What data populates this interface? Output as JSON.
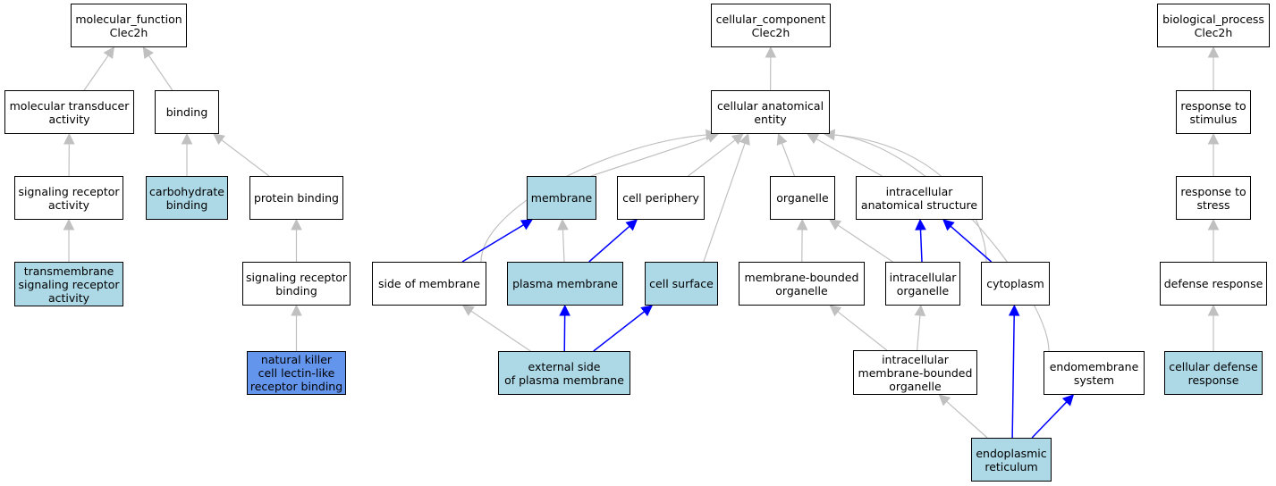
{
  "colors": {
    "plain": "#ffffff",
    "annotated": "#add8e6",
    "focus": "#6495ed",
    "edge_gray": "#c0c0c0",
    "edge_blue": "#0000ff"
  },
  "nodes": {
    "mf_root": {
      "label": "molecular_function\nClec2h",
      "style": "plain"
    },
    "molecular_transducer": {
      "label": "molecular transducer\nactivity",
      "style": "plain"
    },
    "binding": {
      "label": "binding",
      "style": "plain"
    },
    "signaling_receptor_activity": {
      "label": "signaling receptor\nactivity",
      "style": "plain"
    },
    "carbohydrate_binding": {
      "label": "carbohydrate\nbinding",
      "style": "annotated"
    },
    "protein_binding": {
      "label": "protein binding",
      "style": "plain"
    },
    "transmembrane_srа": {
      "label": "transmembrane\nsignaling receptor\nactivity",
      "style": "annotated"
    },
    "signaling_receptor_binding": {
      "label": "signaling receptor\nbinding",
      "style": "plain"
    },
    "nk_lectin_binding": {
      "label": "natural killer\ncell lectin-like\nreceptor binding",
      "style": "focus"
    },
    "cc_root": {
      "label": "cellular_component\nClec2h",
      "style": "plain"
    },
    "cellular_anatomical_entity": {
      "label": "cellular anatomical\nentity",
      "style": "plain"
    },
    "membrane": {
      "label": "membrane",
      "style": "annotated"
    },
    "cell_periphery": {
      "label": "cell periphery",
      "style": "plain"
    },
    "organelle": {
      "label": "organelle",
      "style": "plain"
    },
    "intracellular_anatomical_structure": {
      "label": "intracellular\nanatomical structure",
      "style": "plain"
    },
    "side_of_membrane": {
      "label": "side of membrane",
      "style": "plain"
    },
    "plasma_membrane": {
      "label": "plasma membrane",
      "style": "annotated"
    },
    "cell_surface": {
      "label": "cell surface",
      "style": "annotated"
    },
    "membrane_bounded_organelle": {
      "label": "membrane-bounded\norganelle",
      "style": "plain"
    },
    "intracellular_organelle": {
      "label": "intracellular\norganelle",
      "style": "plain"
    },
    "cytoplasm": {
      "label": "cytoplasm",
      "style": "plain"
    },
    "external_side_pm": {
      "label": "external side\nof plasma membrane",
      "style": "annotated"
    },
    "intracellular_mbo": {
      "label": "intracellular\nmembrane-bounded\norganelle",
      "style": "plain"
    },
    "endomembrane_system": {
      "label": "endomembrane\nsystem",
      "style": "plain"
    },
    "endoplasmic_reticulum": {
      "label": "endoplasmic\nreticulum",
      "style": "annotated"
    },
    "bp_root": {
      "label": "biological_process\nClec2h",
      "style": "plain"
    },
    "response_to_stimulus": {
      "label": "response to\nstimulus",
      "style": "plain"
    },
    "response_to_stress": {
      "label": "response to\nstress",
      "style": "plain"
    },
    "defense_response": {
      "label": "defense response",
      "style": "plain"
    },
    "cellular_defense_response": {
      "label": "cellular defense\nresponse",
      "style": "annotated"
    }
  },
  "edges": [
    {
      "from": "molecular_transducer",
      "to": "mf_root",
      "color": "gray"
    },
    {
      "from": "binding",
      "to": "mf_root",
      "color": "gray"
    },
    {
      "from": "signaling_receptor_activity",
      "to": "molecular_transducer",
      "color": "gray"
    },
    {
      "from": "carbohydrate_binding",
      "to": "binding",
      "color": "gray"
    },
    {
      "from": "protein_binding",
      "to": "binding",
      "color": "gray"
    },
    {
      "from": "transmembrane_srа",
      "to": "signaling_receptor_activity",
      "color": "gray"
    },
    {
      "from": "signaling_receptor_binding",
      "to": "protein_binding",
      "color": "gray"
    },
    {
      "from": "nk_lectin_binding",
      "to": "signaling_receptor_binding",
      "color": "gray"
    },
    {
      "from": "cellular_anatomical_entity",
      "to": "cc_root",
      "color": "gray"
    },
    {
      "from": "membrane",
      "to": "cellular_anatomical_entity",
      "color": "gray"
    },
    {
      "from": "cell_periphery",
      "to": "cellular_anatomical_entity",
      "color": "gray"
    },
    {
      "from": "organelle",
      "to": "cellular_anatomical_entity",
      "color": "gray"
    },
    {
      "from": "intracellular_anatomical_structure",
      "to": "cellular_anatomical_entity",
      "color": "gray"
    },
    {
      "from": "side_of_membrane",
      "to": "cellular_anatomical_entity",
      "color": "gray",
      "curve": true
    },
    {
      "from": "cell_surface",
      "to": "cellular_anatomical_entity",
      "color": "gray"
    },
    {
      "from": "cytoplasm",
      "to": "cellular_anatomical_entity",
      "color": "gray",
      "curve": true
    },
    {
      "from": "endomembrane_system",
      "to": "cellular_anatomical_entity",
      "color": "gray",
      "curve": true
    },
    {
      "from": "side_of_membrane",
      "to": "membrane",
      "color": "blue"
    },
    {
      "from": "plasma_membrane",
      "to": "membrane",
      "color": "gray"
    },
    {
      "from": "plasma_membrane",
      "to": "cell_periphery",
      "color": "blue"
    },
    {
      "from": "membrane_bounded_organelle",
      "to": "organelle",
      "color": "gray"
    },
    {
      "from": "intracellular_organelle",
      "to": "organelle",
      "color": "gray"
    },
    {
      "from": "intracellular_organelle",
      "to": "intracellular_anatomical_structure",
      "color": "blue"
    },
    {
      "from": "cytoplasm",
      "to": "intracellular_anatomical_structure",
      "color": "blue"
    },
    {
      "from": "external_side_pm",
      "to": "side_of_membrane",
      "color": "gray"
    },
    {
      "from": "external_side_pm",
      "to": "plasma_membrane",
      "color": "blue"
    },
    {
      "from": "external_side_pm",
      "to": "cell_surface",
      "color": "blue"
    },
    {
      "from": "intracellular_mbo",
      "to": "membrane_bounded_organelle",
      "color": "gray"
    },
    {
      "from": "intracellular_mbo",
      "to": "intracellular_organelle",
      "color": "gray"
    },
    {
      "from": "endoplasmic_reticulum",
      "to": "intracellular_mbo",
      "color": "gray"
    },
    {
      "from": "endoplasmic_reticulum",
      "to": "cytoplasm",
      "color": "blue"
    },
    {
      "from": "endoplasmic_reticulum",
      "to": "endomembrane_system",
      "color": "blue"
    },
    {
      "from": "response_to_stimulus",
      "to": "bp_root",
      "color": "gray"
    },
    {
      "from": "response_to_stress",
      "to": "response_to_stimulus",
      "color": "gray"
    },
    {
      "from": "defense_response",
      "to": "response_to_stress",
      "color": "gray"
    },
    {
      "from": "cellular_defense_response",
      "to": "defense_response",
      "color": "gray"
    }
  ]
}
